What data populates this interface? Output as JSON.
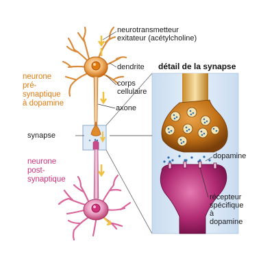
{
  "labels": {
    "neurotransmitter": "neurotransmetteur\nexitateur (acétylcholine)",
    "dendrite": "dendrite",
    "cell_body": "corps\ncellulaire",
    "axon": "axone",
    "synapse": "synapse",
    "presynaptic_neuron": "neurone\npré-\nsynaptique\nà dopamine",
    "postsynaptic_neuron": "neurone\npost-\nsynaptique",
    "synapse_detail_title": "détail de la synapse",
    "dopamine": "dopamine",
    "receptor": "récepteur\nspécifique\nà\ndopamine"
  },
  "colors": {
    "presynaptic": "#e07a10",
    "postsynaptic": "#d0307a",
    "detail_panel": "#d8e6f5",
    "terminal": "#c8761a",
    "receptor_body": "#a8206e"
  }
}
